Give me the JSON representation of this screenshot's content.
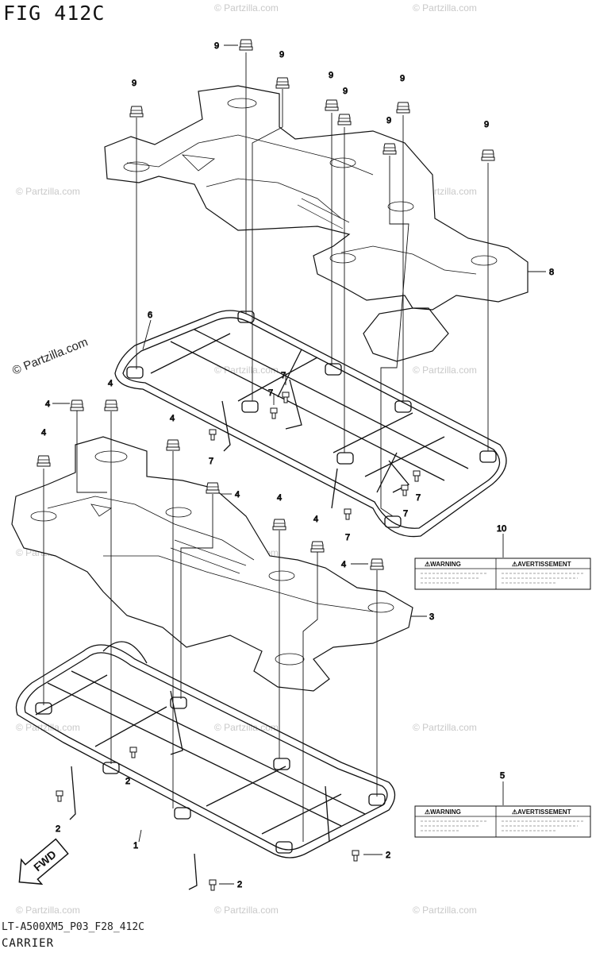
{
  "figure_title": "FIG 412C",
  "drawing_code": "LT-A500XM5_P03_F28_412C",
  "caption": "CARRIER",
  "fwd_label": "FWD",
  "watermark": "© Partzilla.com",
  "warning_labels": {
    "left": "WARNING",
    "right": "AVERTISSEMENT"
  },
  "callouts": {
    "c1": "1",
    "c2": "2",
    "c3": "3",
    "c4": "4",
    "c5": "5",
    "c6": "6",
    "c7": "7",
    "c8": "8",
    "c9": "9",
    "c10": "10"
  }
}
